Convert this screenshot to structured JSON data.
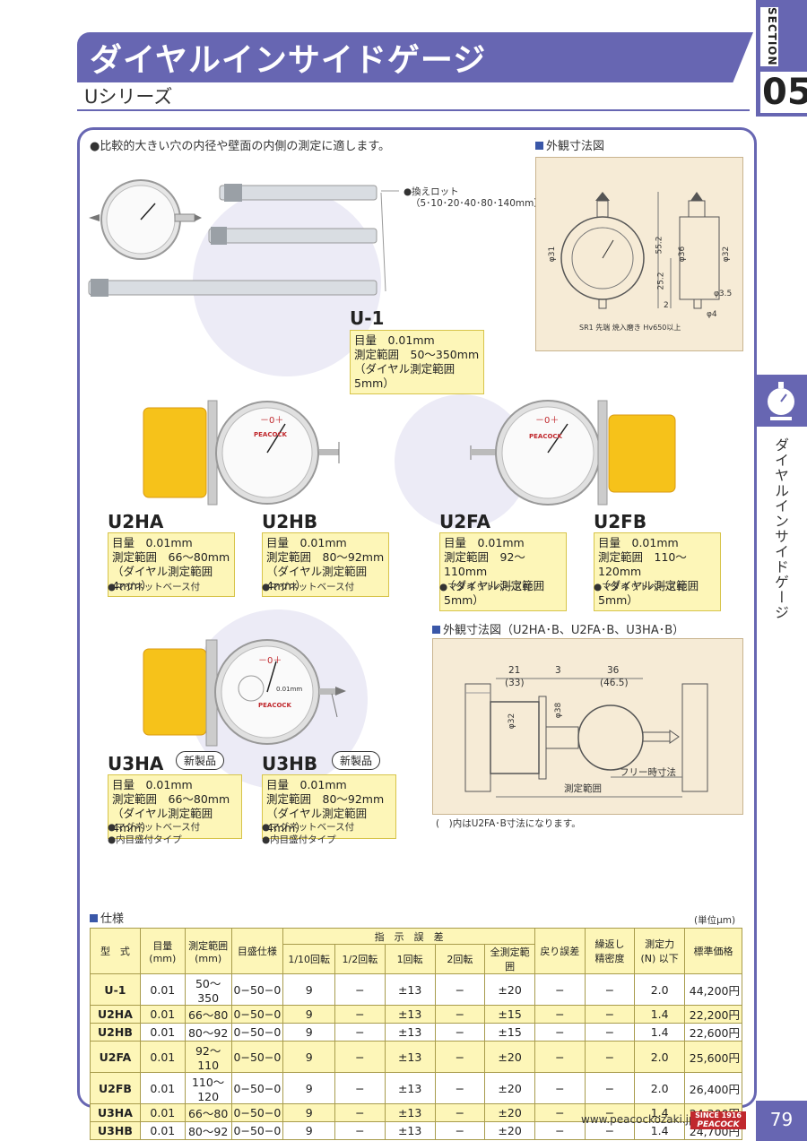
{
  "header": {
    "title": "ダイヤルインサイドゲージ",
    "subtitle": "Uシリーズ",
    "section_label": "SECTION",
    "section_number": "05",
    "side_label": "ダイヤルインサイドゲージ"
  },
  "intro": "●比較的大きい穴の内径や壁面の内側の測定に適します。",
  "u1": {
    "model": "U-1",
    "rod_note_line1": "●換えロット",
    "rod_note_line2": "（5･10･20･40･80･140mm）",
    "spec": [
      "目量　0.01mm",
      "測定範囲　50～350mm",
      "（ダイヤル測定範囲5mm）"
    ]
  },
  "drawing1": {
    "heading": "外観寸法図",
    "dims": [
      "φ31",
      "55.2",
      "25.2",
      "2",
      "φ36",
      "φ32",
      "φ3.5",
      "φ4",
      "SR1 先端 焼入磨き Hv650以上"
    ]
  },
  "dial_labels": {
    "brand": "PEACOCK",
    "minus_plus": "－0＋",
    "reading": "0.01mm"
  },
  "products_row1": [
    {
      "model": "U2HA",
      "spec": [
        "目量　0.01mm",
        "測定範囲　66～80mm",
        "（ダイヤル測定範囲4mm）"
      ],
      "notes": [
        "●マグネットベース付"
      ]
    },
    {
      "model": "U2HB",
      "spec": [
        "目量　0.01mm",
        "測定範囲　80～92mm",
        "（ダイヤル測定範囲4mm）"
      ],
      "notes": [
        "●マグネットベース付"
      ]
    },
    {
      "model": "U2FA",
      "spec": [
        "目量　0.01mm",
        "測定範囲　92～110mm",
        "（ダイヤル測定範囲5mm）"
      ],
      "notes": [
        "●マグネットベース付"
      ]
    },
    {
      "model": "U2FB",
      "spec": [
        "目量　0.01mm",
        "測定範囲　110～120mm",
        "（ダイヤル測定範囲5mm）"
      ],
      "notes": [
        "●マグネットベース付"
      ]
    }
  ],
  "products_row2": [
    {
      "model": "U3HA",
      "badge": "新製品",
      "spec": [
        "目量　0.01mm",
        "測定範囲　66～80mm",
        "（ダイヤル測定範囲4mm）"
      ],
      "notes": [
        "●マグネットベース付",
        "●内目盛付タイプ"
      ]
    },
    {
      "model": "U3HB",
      "badge": "新製品",
      "spec": [
        "目量　0.01mm",
        "測定範囲　80～92mm",
        "（ダイヤル測定範囲4mm）"
      ],
      "notes": [
        "●マグネットベース付",
        "●内目盛付タイプ"
      ]
    }
  ],
  "drawing2": {
    "heading": "外観寸法図（U2HA･B、U2FA･B、U3HA･B）",
    "dims": [
      "21",
      "(33)",
      "3",
      "36",
      "(46.5)",
      "φ32",
      "φ38"
    ],
    "free_label": "フリー時寸法",
    "range_label": "測定範囲",
    "footnote": "(　)内はU2FA･B寸法になります。"
  },
  "spec_table": {
    "heading": "仕様",
    "unit": "(単位μm)",
    "group_header": "指　示　誤　差",
    "headers": [
      "型　式",
      "目量\n(mm)",
      "測定範囲\n(mm)",
      "目盛仕様",
      "1/10回転",
      "1/2回転",
      "1回転",
      "2回転",
      "全測定範囲",
      "戻り誤差",
      "繰返し\n精密度",
      "測定力\n(N) 以下",
      "標準価格"
    ],
    "rows": [
      [
        "U-1",
        "0.01",
        "50～350",
        "0−50−0",
        "9",
        "−",
        "±13",
        "−",
        "±20",
        "−",
        "−",
        "2.0",
        "44,200円"
      ],
      [
        "U2HA",
        "0.01",
        "66～80",
        "0−50−0",
        "9",
        "−",
        "±13",
        "−",
        "±15",
        "−",
        "−",
        "1.4",
        "22,200円"
      ],
      [
        "U2HB",
        "0.01",
        "80～92",
        "0−50−0",
        "9",
        "−",
        "±13",
        "−",
        "±15",
        "−",
        "−",
        "1.4",
        "22,600円"
      ],
      [
        "U2FA",
        "0.01",
        "92～110",
        "0−50−0",
        "9",
        "−",
        "±13",
        "−",
        "±20",
        "−",
        "−",
        "2.0",
        "25,600円"
      ],
      [
        "U2FB",
        "0.01",
        "110～120",
        "0−50−0",
        "9",
        "−",
        "±13",
        "−",
        "±20",
        "−",
        "−",
        "2.0",
        "26,400円"
      ],
      [
        "U3HA",
        "0.01",
        "66～80",
        "0−50−0",
        "9",
        "−",
        "±13",
        "−",
        "±20",
        "−",
        "−",
        "1.4",
        "24,300円"
      ],
      [
        "U3HB",
        "0.01",
        "80～92",
        "0−50−0",
        "9",
        "−",
        "±13",
        "−",
        "±20",
        "−",
        "−",
        "1.4",
        "24,700円"
      ]
    ]
  },
  "footer": {
    "url": "www.peacockozaki.jp",
    "logo_since": "SINCE 1916",
    "logo_name": "PEACOCK",
    "page_number": "79"
  }
}
